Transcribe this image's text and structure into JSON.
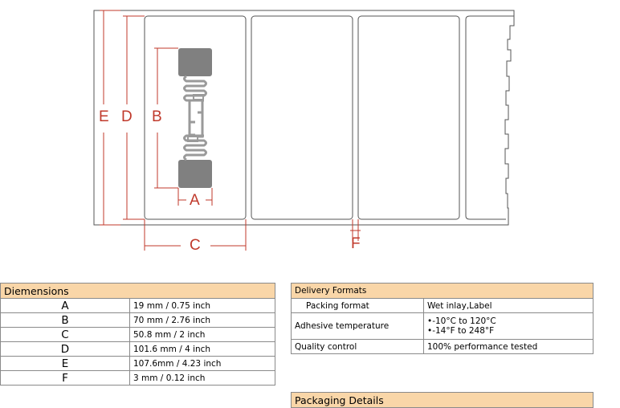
{
  "diagram": {
    "labels": {
      "A": "A",
      "B": "B",
      "C": "C",
      "D": "D",
      "E": "E",
      "F": "F"
    }
  },
  "dimensions_table": {
    "header": "Diemensions",
    "rows": [
      {
        "letter": "A",
        "value": "19 mm / 0.75 inch"
      },
      {
        "letter": "B",
        "value": "70 mm / 2.76 inch"
      },
      {
        "letter": "C",
        "value": "50.8 mm / 2 inch"
      },
      {
        "letter": "D",
        "value": "101.6 mm / 4 inch"
      },
      {
        "letter": "E",
        "value": "107.6mm / 4.23 inch"
      },
      {
        "letter": "F",
        "value": "3 mm / 0.12 inch"
      }
    ]
  },
  "delivery_table": {
    "header": "Delivery Formats",
    "rows": [
      {
        "label": "Packing format",
        "value_lines": [
          "Wet inlay,Label"
        ]
      },
      {
        "label": "Adhesive temperature",
        "value_lines": [
          "•-10°C to 120°C",
          "•-14°F to 248°F"
        ]
      },
      {
        "label": "Quality control",
        "value_lines": [
          "100% performance tested"
        ]
      }
    ]
  },
  "packing_table": {
    "header": "Packaging Details"
  },
  "colors": {
    "accent_red": "#c0392b",
    "header_fill": "#f9d6a8",
    "line_gray": "#555555"
  }
}
